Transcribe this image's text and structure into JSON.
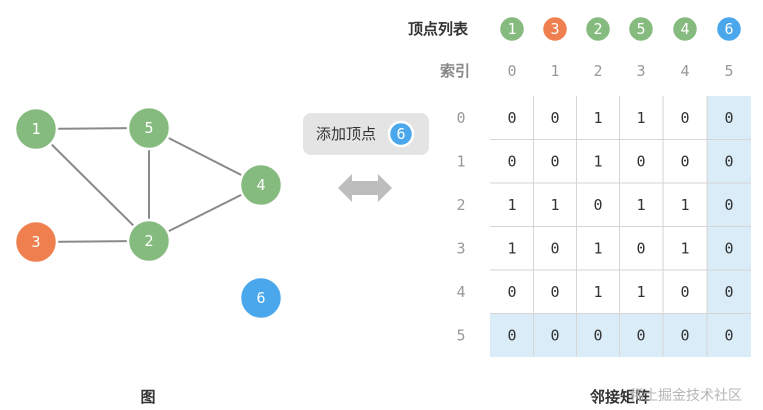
{
  "colors": {
    "green": "#86bb7f",
    "orange": "#f07f4f",
    "blue": "#4aa7ec",
    "highlight": "#d9ecf8"
  },
  "vertex_list": {
    "label": "顶点列表",
    "items": [
      {
        "value": "1",
        "color": "green"
      },
      {
        "value": "3",
        "color": "orange"
      },
      {
        "value": "2",
        "color": "green"
      },
      {
        "value": "5",
        "color": "green"
      },
      {
        "value": "4",
        "color": "green"
      },
      {
        "value": "6",
        "color": "blue"
      }
    ]
  },
  "index_row": {
    "label": "索引",
    "items": [
      "0",
      "1",
      "2",
      "3",
      "4",
      "5"
    ]
  },
  "graph": {
    "caption": "图",
    "nodes": [
      {
        "id": "1",
        "color": "green"
      },
      {
        "id": "5",
        "color": "green"
      },
      {
        "id": "4",
        "color": "green"
      },
      {
        "id": "3",
        "color": "orange"
      },
      {
        "id": "2",
        "color": "green"
      },
      {
        "id": "6",
        "color": "blue"
      }
    ],
    "edges": [
      [
        "1",
        "5"
      ],
      [
        "1",
        "2"
      ],
      [
        "5",
        "2"
      ],
      [
        "5",
        "4"
      ],
      [
        "3",
        "2"
      ],
      [
        "2",
        "4"
      ]
    ]
  },
  "action": {
    "label": "添加顶点",
    "vertex": "6",
    "vertex_color": "blue"
  },
  "matrix": {
    "caption": "邻接矩阵",
    "row_labels": [
      "0",
      "1",
      "2",
      "3",
      "4",
      "5"
    ],
    "rows": [
      [
        "0",
        "0",
        "1",
        "1",
        "0",
        "0"
      ],
      [
        "0",
        "0",
        "1",
        "0",
        "0",
        "0"
      ],
      [
        "1",
        "1",
        "0",
        "1",
        "1",
        "0"
      ],
      [
        "1",
        "0",
        "1",
        "0",
        "1",
        "0"
      ],
      [
        "0",
        "0",
        "1",
        "1",
        "0",
        "0"
      ],
      [
        "0",
        "0",
        "0",
        "0",
        "0",
        "0"
      ]
    ],
    "highlight_row": 5,
    "highlight_col": 5
  },
  "watermark": "稀土掘金技术社区"
}
